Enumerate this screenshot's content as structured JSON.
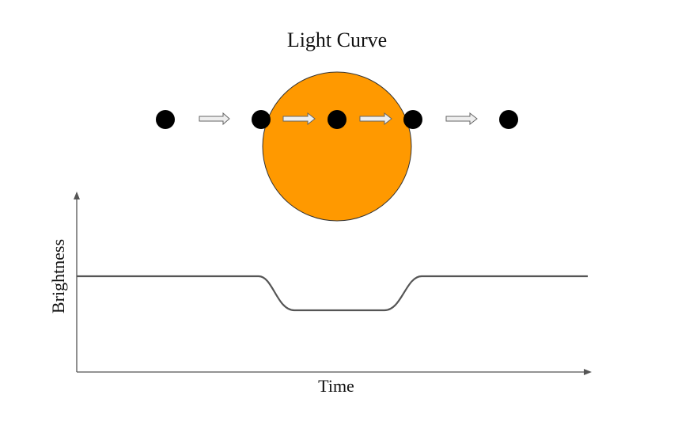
{
  "title": "Light Curve",
  "axes": {
    "x_label": "Time",
    "y_label": "Brightness"
  },
  "colors": {
    "star_fill": "#ff9900",
    "star_stroke": "#333333",
    "planet_fill": "#000000",
    "curve": "#555555",
    "axis": "#555555",
    "arrow_fill": "#eeeeee",
    "arrow_stroke": "#666666"
  },
  "transit": {
    "planet_positions_count": 5,
    "arrow_count": 4,
    "baseline_brightness": "normal",
    "in_transit_brightness": "dimmed"
  }
}
